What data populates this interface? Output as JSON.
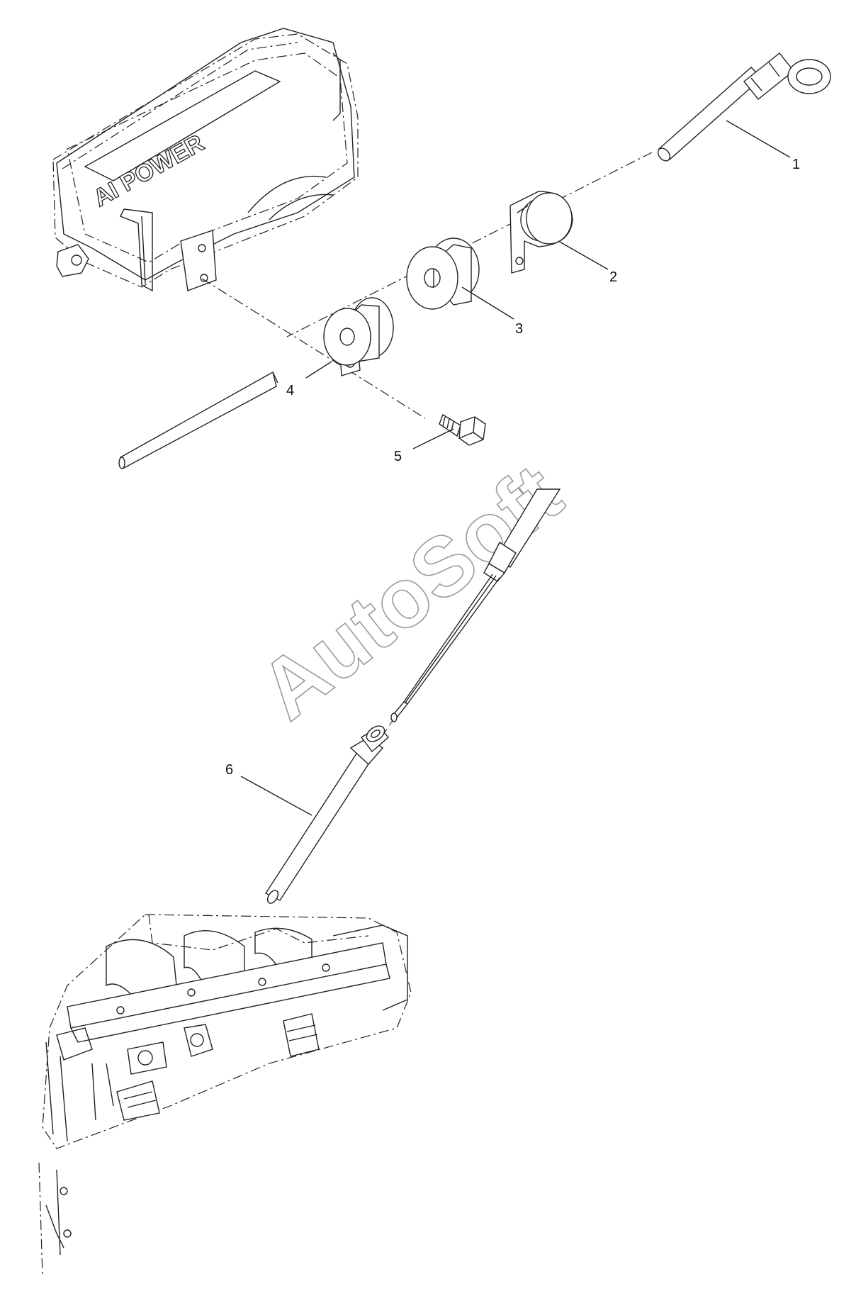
{
  "diagram": {
    "logo_text": "AI POWER",
    "watermark": "AutoSoft",
    "callouts": [
      {
        "label": "1"
      },
      {
        "label": "2"
      },
      {
        "label": "3"
      },
      {
        "label": "4"
      },
      {
        "label": "5"
      },
      {
        "label": "6"
      }
    ]
  }
}
